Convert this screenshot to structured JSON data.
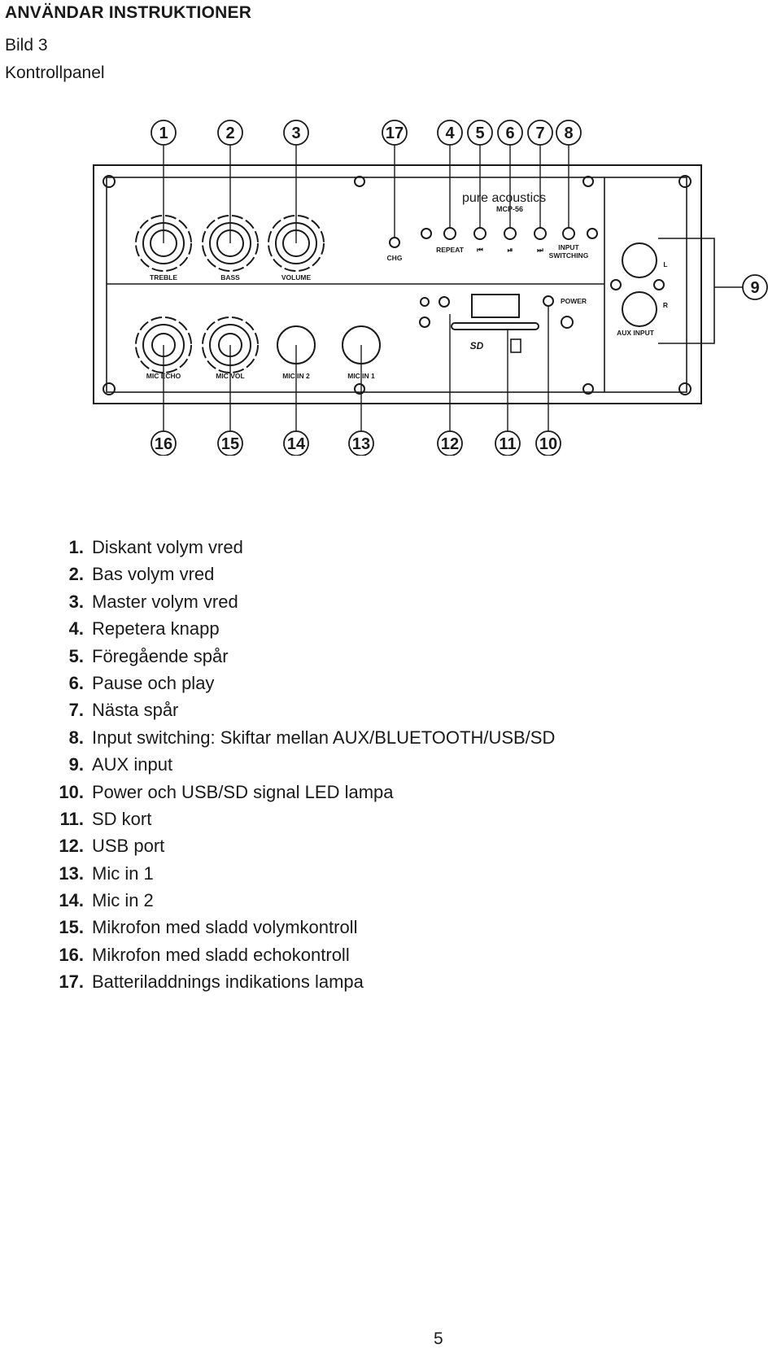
{
  "header": {
    "title": "ANVÄNDAR INSTRUKTIONER",
    "figure_label": "Bild 3",
    "figure_caption": "Kontrollpanel"
  },
  "panel": {
    "brand": "pure acoustics",
    "model": "MCP-56",
    "labels": {
      "treble": "TREBLE",
      "bass": "BASS",
      "volume": "VOLUME",
      "chg": "CHG",
      "repeat": "REPEAT",
      "prev": "⏮",
      "play": "⏯",
      "next": "⏭",
      "input_switching_1": "INPUT",
      "input_switching_2": "SWITCHING",
      "power": "POWER",
      "mic_echo": "MIC ECHO",
      "mic_vol": "MIC VOL",
      "mic_in_2": "MIC IN 2",
      "mic_in_1": "MIC IN 1",
      "aux_l": "L",
      "aux_r": "R",
      "aux_input": "AUX INPUT",
      "sd": "SD"
    },
    "callouts_top": [
      "1",
      "2",
      "3",
      "17",
      "4",
      "5",
      "6",
      "7",
      "8"
    ],
    "callouts_bottom": [
      "16",
      "15",
      "14",
      "13",
      "12",
      "11",
      "10"
    ],
    "callout_side": "9"
  },
  "legend": [
    {
      "num": "1.",
      "text": "Diskant volym vred"
    },
    {
      "num": "2.",
      "text": "Bas volym vred"
    },
    {
      "num": "3.",
      "text": "Master volym vred"
    },
    {
      "num": "4.",
      "text": "Repetera knapp"
    },
    {
      "num": "5.",
      "text": "Föregående spår"
    },
    {
      "num": "6.",
      "text": "Pause och play"
    },
    {
      "num": "7.",
      "text": "Nästa spår"
    },
    {
      "num": "8.",
      "text": "Input switching: Skiftar mellan AUX/BLUETOOTH/USB/SD"
    },
    {
      "num": "9.",
      "text": "AUX input"
    },
    {
      "num": "10.",
      "text": "Power och USB/SD signal LED lampa"
    },
    {
      "num": "11.",
      "text": "SD kort"
    },
    {
      "num": "12.",
      "text": "USB port"
    },
    {
      "num": "13.",
      "text": "Mic in 1"
    },
    {
      "num": "14.",
      "text": "Mic in 2"
    },
    {
      "num": "15.",
      "text": "Mikrofon med sladd volymkontroll"
    },
    {
      "num": "16.",
      "text": "Mikrofon med sladd echokontroll"
    },
    {
      "num": "17.",
      "text": "Batteriladdnings indikations lampa"
    }
  ],
  "footer": {
    "page_number": "5"
  }
}
